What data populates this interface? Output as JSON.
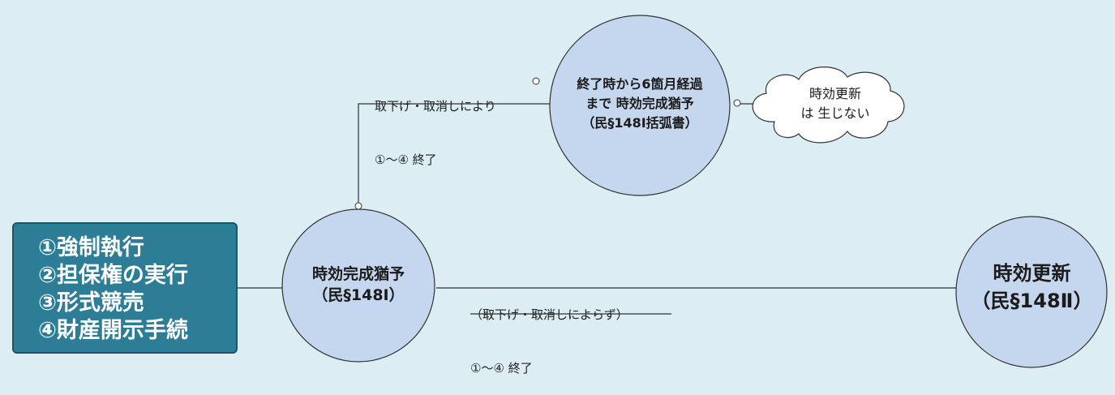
{
  "acts_box": {
    "items": [
      "①強制執行",
      "②担保権の実行",
      "③形式競売",
      "④財産開示手続"
    ]
  },
  "suspension_node": {
    "title": "時効完成猶予",
    "ref": "（民§148Ⅰ）"
  },
  "renewal_node": {
    "title": "時効更新",
    "ref": "（民§148Ⅱ）"
  },
  "six_months_node": {
    "line1": "終了時から6箇月経過",
    "line2": "まで 時効完成猶予",
    "line3": "（民§148Ⅰ括弧書）"
  },
  "no_renewal_cloud": {
    "line1": "時効更新",
    "line2": "は 生じない"
  },
  "upper_branch_label": {
    "line1": "取下げ・取消しにより",
    "line2": "①～④ 終了"
  },
  "lower_branch_label": {
    "line1": "（取下げ・取消しによらず）",
    "line2": "①～④ 終了"
  },
  "colors": {
    "background": "#dcedf3",
    "box_fill": "#2e7d96",
    "circle_fill": "#c5d7ef",
    "line": "#333333"
  }
}
